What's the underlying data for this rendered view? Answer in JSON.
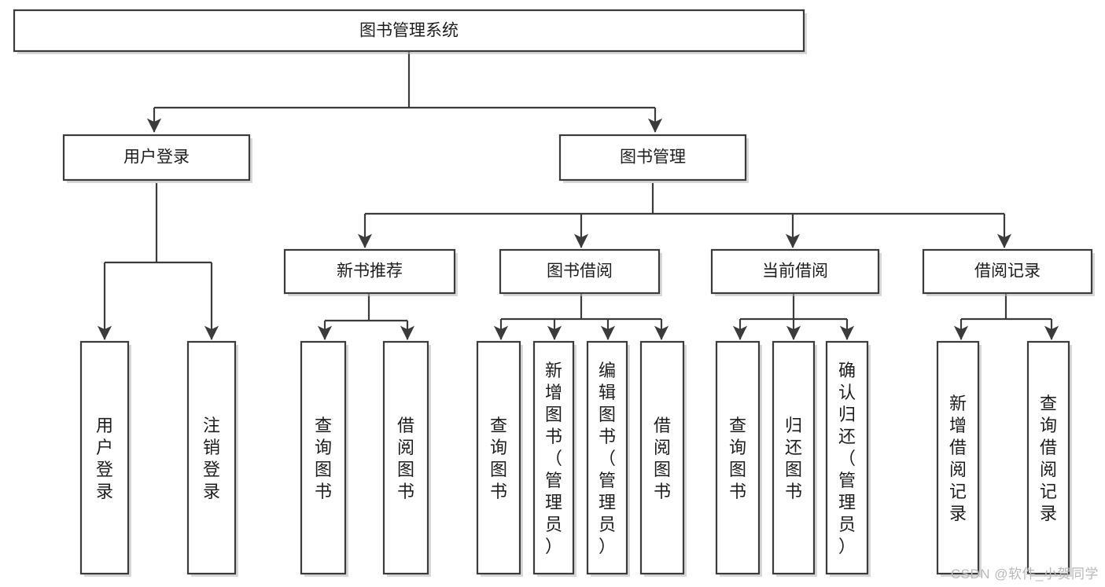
{
  "diagram": {
    "type": "hierarchy-tree",
    "orientation": "top-down",
    "title": "图书管理系统",
    "watermark": "CSDN @软件_小贺同学",
    "colors": {
      "background": "#ffffff",
      "box_fill": "#ffffff",
      "box_stroke": "#3b3b3b",
      "connector": "#3b3b3b",
      "text": "#1d1d1d",
      "watermark": "#b9b9b9",
      "shadow": "#b8b8b8"
    },
    "root": {
      "label": "图书管理系统",
      "text_orientation": "horizontal"
    },
    "level2": [
      {
        "label": "用户登录",
        "text_orientation": "horizontal"
      },
      {
        "label": "图书管理",
        "text_orientation": "horizontal"
      }
    ],
    "level3": [
      {
        "label": "新书推荐",
        "text_orientation": "horizontal"
      },
      {
        "label": "图书借阅",
        "text_orientation": "horizontal"
      },
      {
        "label": "当前借阅",
        "text_orientation": "horizontal"
      },
      {
        "label": "借阅记录",
        "text_orientation": "horizontal"
      }
    ],
    "leaves": {
      "user_login": [
        {
          "label": "用户登录",
          "lines": [
            "用",
            "户",
            "登",
            "录"
          ],
          "text_orientation": "vertical"
        },
        {
          "label": "注销登录",
          "lines": [
            "注",
            "销",
            "登",
            "录"
          ],
          "text_orientation": "vertical"
        }
      ],
      "new_book_recommend": [
        {
          "label": "查询图书",
          "lines": [
            "查",
            "询",
            "图",
            "书"
          ],
          "text_orientation": "vertical"
        },
        {
          "label": "借阅图书",
          "lines": [
            "借",
            "阅",
            "图",
            "书"
          ],
          "text_orientation": "vertical"
        }
      ],
      "book_borrow": [
        {
          "label": "查询图书",
          "lines": [
            "查",
            "询",
            "图",
            "书"
          ],
          "text_orientation": "vertical"
        },
        {
          "label": "新增图书（管理员）",
          "lines": [
            "新",
            "增",
            "图",
            "书",
            "（",
            "管",
            "理",
            "员",
            "）"
          ],
          "text_orientation": "vertical"
        },
        {
          "label": "编辑图书（管理员）",
          "lines": [
            "编",
            "辑",
            "图",
            "书",
            "（",
            "管",
            "理",
            "员",
            "）"
          ],
          "text_orientation": "vertical"
        },
        {
          "label": "借阅图书",
          "lines": [
            "借",
            "阅",
            "图",
            "书"
          ],
          "text_orientation": "vertical"
        }
      ],
      "current_borrow": [
        {
          "label": "查询图书",
          "lines": [
            "查",
            "询",
            "图",
            "书"
          ],
          "text_orientation": "vertical"
        },
        {
          "label": "归还图书",
          "lines": [
            "归",
            "还",
            "图",
            "书"
          ],
          "text_orientation": "vertical"
        },
        {
          "label": "确认归还（管理员）",
          "lines": [
            "确",
            "认",
            "归",
            "还",
            "（",
            "管",
            "理",
            "员",
            "）"
          ],
          "text_orientation": "vertical"
        }
      ],
      "borrow_record": [
        {
          "label": "新增借阅记录",
          "lines": [
            "新",
            "增",
            "借",
            "阅",
            "记",
            "录"
          ],
          "text_orientation": "vertical"
        },
        {
          "label": "查询借阅记录",
          "lines": [
            "查",
            "询",
            "借",
            "阅",
            "记",
            "录"
          ],
          "text_orientation": "vertical"
        }
      ]
    }
  }
}
